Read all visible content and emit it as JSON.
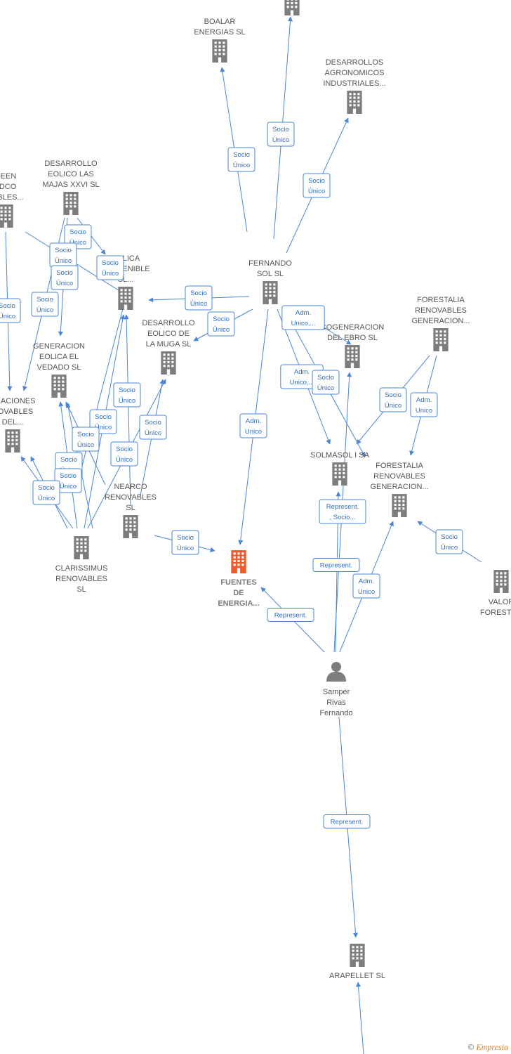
{
  "colors": {
    "edge": "#4a86d6",
    "building": "#7d7d7d",
    "focus": "#ee5a2a",
    "person": "#7d7d7d"
  },
  "nodes": [
    {
      "id": "top",
      "lines": [],
      "kind": "building"
    },
    {
      "id": "boalar",
      "lines": [
        "BOALAR",
        "ENERGIAS  SL"
      ],
      "kind": "building"
    },
    {
      "id": "desagro",
      "lines": [
        "DESARROLLOS",
        "AGRONOMICOS",
        "INDUSTRIALES..."
      ],
      "kind": "building"
    },
    {
      "id": "green",
      "lines": [
        "REEN",
        "LDCO",
        "VABLES..."
      ],
      "kind": "building"
    },
    {
      "id": "majas",
      "lines": [
        "DESARROLLO",
        "EOLICO LAS",
        "MAJAS XXVI  SL"
      ],
      "kind": "building"
    },
    {
      "id": "eolicasost",
      "lines": [
        "EOLICA",
        "SOSTENIBLE",
        "SL..."
      ],
      "kind": "building"
    },
    {
      "id": "fernando",
      "lines": [
        "FERNANDO",
        "SOL SL"
      ],
      "kind": "building"
    },
    {
      "id": "muga",
      "lines": [
        "DESARROLLO",
        "EOLICO DE",
        "LA MUGA SL"
      ],
      "kind": "building"
    },
    {
      "id": "vedado",
      "lines": [
        "GENERACION",
        "EOLICA EL",
        "VEDADO SL"
      ],
      "kind": "building"
    },
    {
      "id": "generaciones",
      "lines": [
        "ERACIONES",
        "NOVABLES",
        "DEL..."
      ],
      "kind": "building"
    },
    {
      "id": "cogen",
      "lines": [
        "COGENERACION",
        "DEL EBRO  SL"
      ],
      "kind": "building"
    },
    {
      "id": "forestalia1",
      "lines": [
        "FORESTALIA",
        "RENOVABLES",
        "GENERACION..."
      ],
      "kind": "building"
    },
    {
      "id": "solmasol",
      "lines": [
        "SOLMASOL I SA"
      ],
      "kind": "building"
    },
    {
      "id": "forestalia2",
      "lines": [
        "FORESTALIA",
        "RENOVABLES",
        "GENERACION..."
      ],
      "kind": "building"
    },
    {
      "id": "nearco",
      "lines": [
        "NEARCO",
        "RENOVABLES",
        "SL"
      ],
      "kind": "building"
    },
    {
      "id": "clarissimus",
      "lines": [
        "CLARISSIMUS",
        "RENOVABLES",
        "SL"
      ],
      "kind": "building"
    },
    {
      "id": "fuentes",
      "lines": [
        "FUENTES",
        "DE",
        "ENERGIA..."
      ],
      "kind": "focus"
    },
    {
      "id": "valor",
      "lines": [
        "VALOR",
        "FORESTA..."
      ],
      "kind": "building"
    },
    {
      "id": "samper",
      "lines": [
        "Samper",
        "Rivas",
        "Fernando"
      ],
      "kind": "person"
    },
    {
      "id": "arapellet",
      "lines": [
        "ARAPELLET  SL"
      ],
      "kind": "building"
    }
  ],
  "edge_labels": [
    {
      "id": "l1",
      "lines": [
        "Socio",
        "Único"
      ]
    },
    {
      "id": "l2",
      "lines": [
        "Socio",
        "Único"
      ]
    },
    {
      "id": "l3",
      "lines": [
        "Socio",
        "Único"
      ]
    },
    {
      "id": "l4",
      "lines": [
        "Socio",
        "Único"
      ]
    },
    {
      "id": "l5",
      "lines": [
        "Socio",
        "Único"
      ]
    },
    {
      "id": "l6",
      "lines": [
        "Socio",
        "Único"
      ]
    },
    {
      "id": "l7",
      "lines": [
        "Socio",
        "Único"
      ]
    },
    {
      "id": "l8",
      "lines": [
        "Socio",
        "Único"
      ]
    },
    {
      "id": "l9",
      "lines": [
        "Socio",
        "Único"
      ]
    },
    {
      "id": "l10",
      "lines": [
        "Socio",
        "Único"
      ]
    },
    {
      "id": "l11",
      "lines": [
        "Socio",
        "Único"
      ]
    },
    {
      "id": "l12",
      "lines": [
        "Adm.",
        "Unico,..."
      ]
    },
    {
      "id": "l13",
      "lines": [
        "Adm.",
        "Unico"
      ]
    },
    {
      "id": "l14",
      "lines": [
        "Adm.",
        "Unico,..."
      ]
    },
    {
      "id": "l15",
      "lines": [
        "Socio",
        "Único"
      ]
    },
    {
      "id": "l16",
      "lines": [
        "Socio",
        "Único"
      ]
    },
    {
      "id": "l17",
      "lines": [
        "Adm.",
        "Unico"
      ]
    },
    {
      "id": "l18",
      "lines": [
        "Socio",
        "Único"
      ]
    },
    {
      "id": "l19",
      "lines": [
        "Socio",
        "Único"
      ]
    },
    {
      "id": "l20",
      "lines": [
        "Socio",
        "Único"
      ]
    },
    {
      "id": "l21",
      "lines": [
        "Socio",
        "Único"
      ]
    },
    {
      "id": "l22",
      "lines": [
        "Socio",
        "Único"
      ]
    },
    {
      "id": "l23",
      "lines": [
        "Socio",
        "Único"
      ]
    },
    {
      "id": "l24",
      "lines": [
        "Socio",
        "Único"
      ]
    },
    {
      "id": "l25",
      "lines": [
        "Socio",
        "Único"
      ]
    },
    {
      "id": "l26",
      "lines": [
        "Represent.",
        ", Socio..."
      ]
    },
    {
      "id": "l27",
      "lines": [
        "Represent."
      ]
    },
    {
      "id": "l28",
      "lines": [
        "Adm.",
        "Unico"
      ]
    },
    {
      "id": "l29",
      "lines": [
        "Socio",
        "Único"
      ]
    },
    {
      "id": "l30",
      "lines": [
        "Represent."
      ]
    },
    {
      "id": "l31",
      "lines": [
        "Socio",
        "Único"
      ]
    },
    {
      "id": "l32",
      "lines": [
        "Represent."
      ]
    }
  ],
  "footer": {
    "copyright": "©",
    "brand": "Empresia"
  }
}
